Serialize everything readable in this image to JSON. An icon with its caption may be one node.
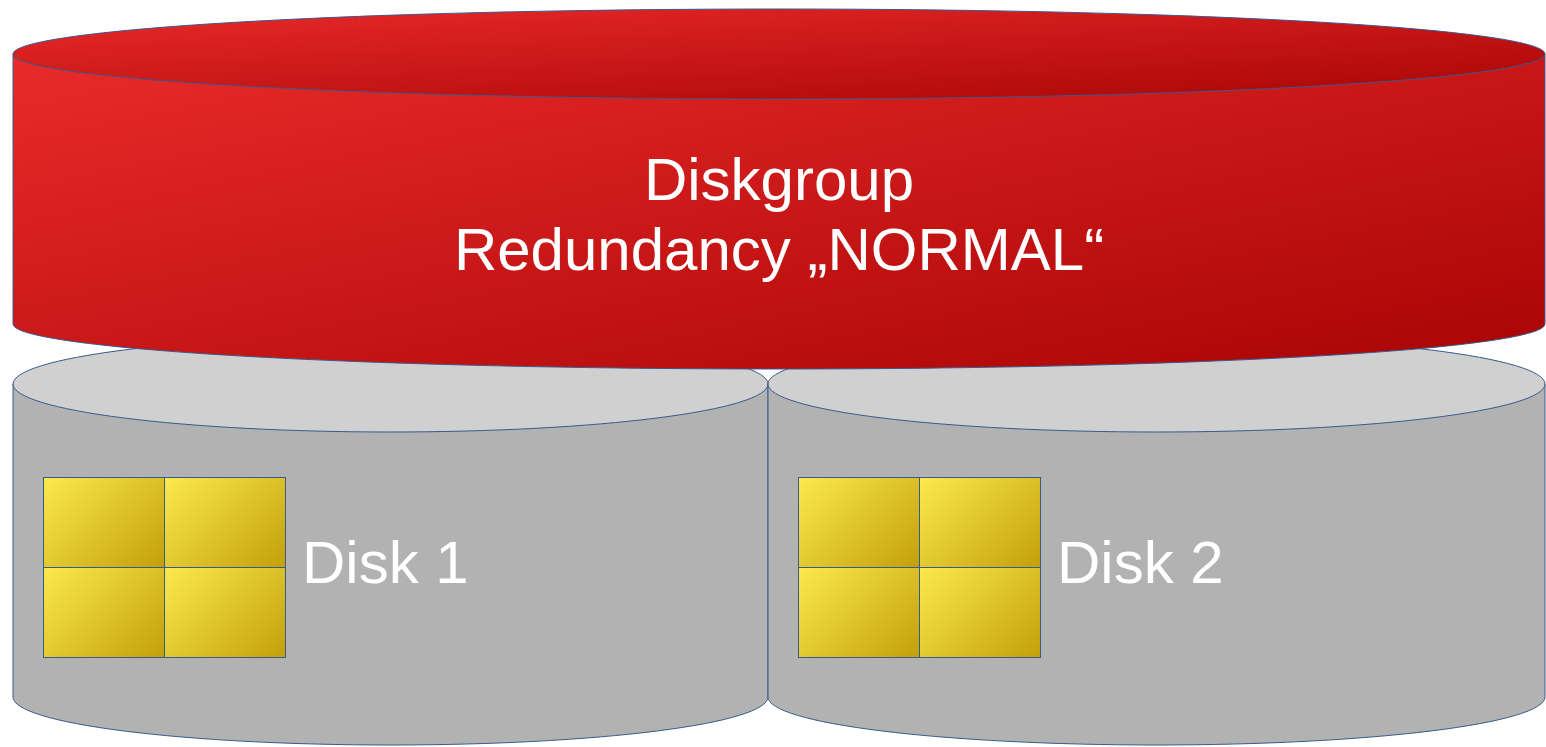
{
  "diagram": {
    "nodes": [
      {
        "text": [
          "Diskgroup Redundancy „NORMAL“"
        ]
      },
      {
        "text": [
          "Disk 1"
        ]
      },
      {
        "text": [],
        "shape": "box",
        "in": 1
      },
      {
        "text": [],
        "shape": "box",
        "in": 1
      },
      {
        "text": [],
        "shape": "box",
        "in": 1
      },
      {
        "text": [],
        "shape": "box",
        "in": 1
      },
      {
        "text": [
          "Disk 2"
        ]
      },
      {
        "text": [],
        "shape": "box",
        "in": 6
      },
      {
        "text": [],
        "shape": "box",
        "in": 6
      },
      {
        "text": [],
        "shape": "box",
        "in": 6
      },
      {
        "text": [],
        "shape": "box",
        "in": 6
      }
    ]
  }
}
